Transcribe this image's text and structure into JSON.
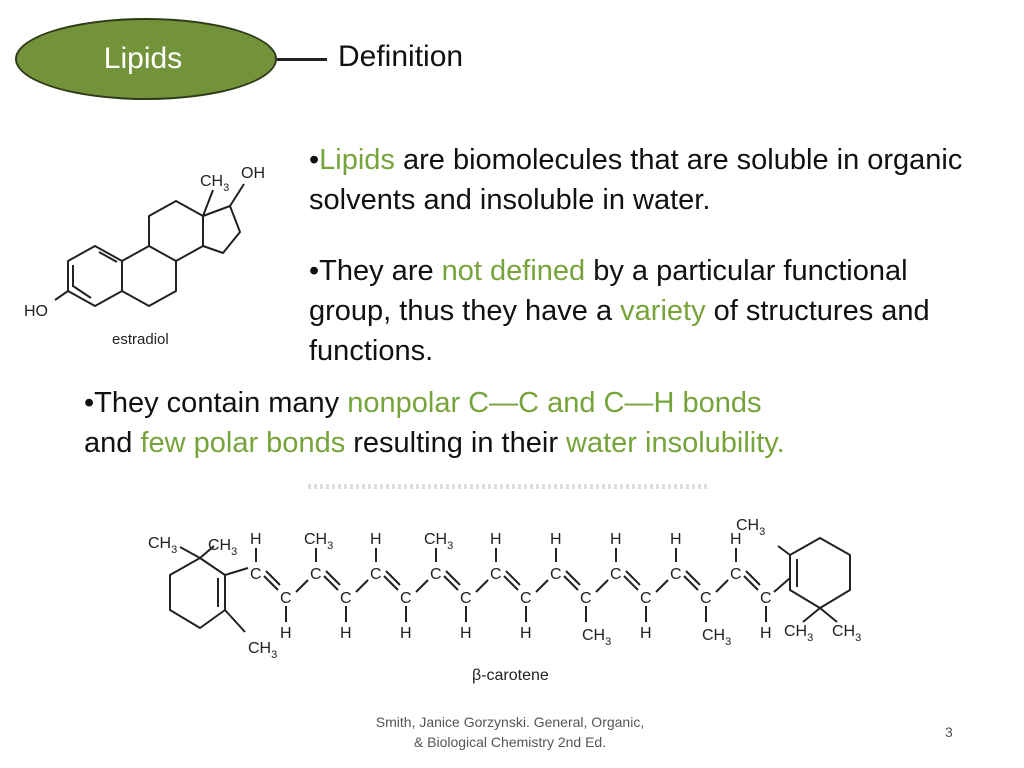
{
  "slide": {
    "pill_label": "Lipids",
    "heading": "Definition",
    "bullet1": {
      "bullet": "•",
      "hl1": "Lipids",
      "text1": " are biomolecules that are soluble in organic solvents and insoluble in water."
    },
    "bullet2": {
      "bullet": "•",
      "text1": "They are ",
      "hl1": "not defined",
      "text2": " by a particular functional group, thus they have a ",
      "hl2": "variety",
      "text3": " of structures and functions."
    },
    "bullet3": {
      "bullet": "•",
      "text1": "They contain many ",
      "hl1": "nonpolar C—C and C—H bonds",
      "text2": " and ",
      "hl2": "few polar bonds",
      "text3": " resulting in their ",
      "hl3": "water insolubility."
    },
    "estradiol": {
      "name": "estradiol",
      "ch3": "CH",
      "sub3": "3",
      "oh": "OH",
      "ho": "HO"
    },
    "carotene": {
      "name": "β-carotene",
      "c": "C",
      "h": "H",
      "ch": "CH",
      "sub3": "3"
    },
    "citation": {
      "line1": "Smith, Janice Gorzynski. General, Organic,",
      "line2": "& Biological Chemistry 2nd Ed."
    },
    "page_number": "3",
    "accent_color": "#77a33b",
    "pill_color": "#73933a"
  }
}
